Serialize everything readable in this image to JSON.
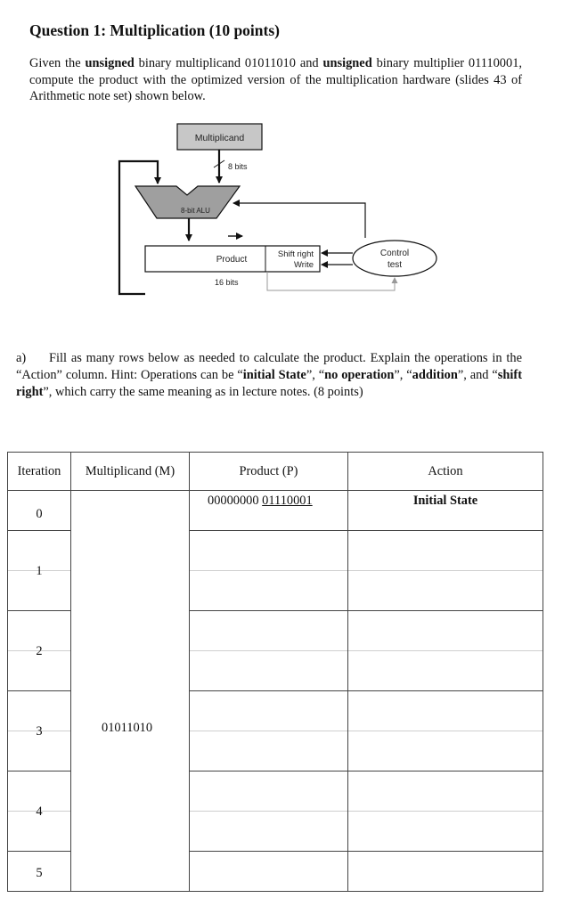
{
  "question": {
    "title": "Question 1: Multiplication (10 points)",
    "intro_parts": [
      "Given the ",
      "unsigned",
      " binary multiplicand 01011010 and ",
      "unsigned",
      " binary multiplier 01110001, compute the product with the optimized version of the multiplication hardware (slides 43 of Arithmetic note set) shown below."
    ]
  },
  "diagram": {
    "multiplicand_label": "Multiplicand",
    "bits_8": "8 bits",
    "alu_label": "8-bit ALU",
    "product_label": "Product",
    "shift_right_label": "Shift right",
    "write_label": "Write",
    "bits_16": "16 bits",
    "control_line1": "Control",
    "control_line2": "test"
  },
  "part_a": {
    "label": "a)",
    "parts": [
      "Fill as many rows below as needed to calculate the product. Explain the operations in the “Action” column.  Hint:  Operations can be “",
      "initial State",
      "”, “",
      "no operation",
      "”, “",
      "addition",
      "”, and “",
      "shift right",
      "”, which carry the same meaning as in lecture notes. (8 points)"
    ]
  },
  "table": {
    "headers": {
      "iteration": "Iteration",
      "multiplicand": "Multiplicand (M)",
      "product": "Product (P)",
      "action": "Action"
    },
    "rows": [
      {
        "iteration": "0",
        "product_hi": "00000000",
        "product_lo": "01110001",
        "action": "Initial State"
      },
      {
        "iteration": "1"
      },
      {
        "iteration": "2"
      },
      {
        "iteration": "3"
      },
      {
        "iteration": "4"
      },
      {
        "iteration": "5"
      }
    ],
    "multiplicand_value": "01011010"
  }
}
